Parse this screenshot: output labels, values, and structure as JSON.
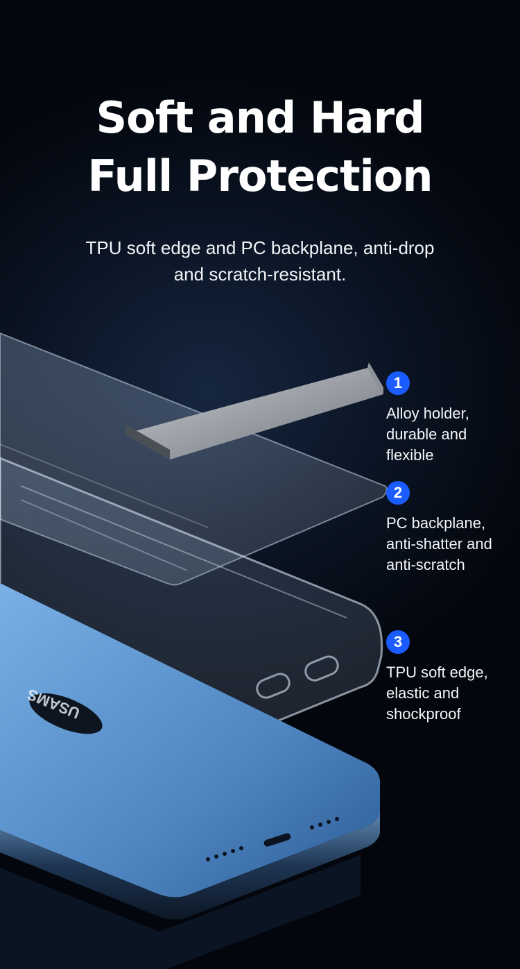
{
  "headline": {
    "line1": "Soft and Hard",
    "line2": "Full Protection"
  },
  "subtitle": {
    "line1": "TPU soft edge and PC backplane, anti-drop",
    "line2": "and scratch-resistant."
  },
  "features": [
    {
      "number": "1",
      "lines": [
        "Alloy holder,",
        "durable and",
        "flexible"
      ]
    },
    {
      "number": "2",
      "lines": [
        "PC backplane,",
        "anti-shatter and",
        "anti-scratch"
      ]
    },
    {
      "number": "3",
      "lines": [
        "TPU soft edge,",
        "elastic and",
        "shockproof"
      ]
    }
  ],
  "brand_logo": "USAMS",
  "colors": {
    "badge": "#1a5cff",
    "phone_blue": "#5b8fc9"
  }
}
